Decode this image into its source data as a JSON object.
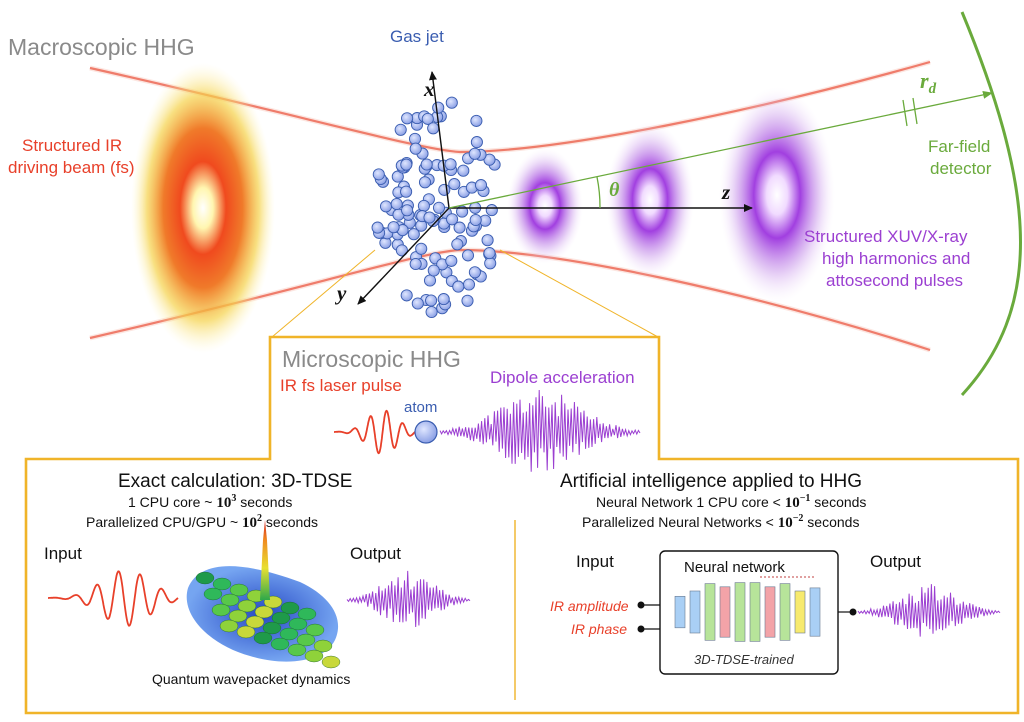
{
  "colors": {
    "ir": "#e8402a",
    "xuv": "#9b3fd1",
    "detector": "#6aaa3c",
    "gas": "#3a5db0",
    "box": "#f0b429",
    "gray": "#8a8a8a",
    "text": "#111111"
  },
  "macro": {
    "title": "Macroscopic HHG",
    "gas_jet": "Gas jet",
    "ir_beam_line1": "Structured IR",
    "ir_beam_line2": "driving beam (fs)",
    "axis_x": "x",
    "axis_y": "y",
    "axis_z": "z",
    "theta": "θ",
    "r_main": "r",
    "r_sub": "d",
    "detector_line1": "Far-field",
    "detector_line2": "detector",
    "xuv_line1": "Structured XUV/X-ray",
    "xuv_line2": "high harmonics and",
    "xuv_line3": "attosecond pulses"
  },
  "micro": {
    "title": "Microscopic HHG",
    "laser_label": "IR fs laser pulse",
    "atom_label": "atom",
    "dipole_label": "Dipole acceleration"
  },
  "exact": {
    "title": "Exact calculation: 3D-TDSE",
    "line1_pre": "1 CPU core ~ ",
    "line1_base": "10",
    "line1_exp": "3",
    "line1_post": " seconds",
    "line2_pre": "Parallelized CPU/GPU ~ ",
    "line2_base": "10",
    "line2_exp": "2",
    "line2_post": " seconds",
    "input": "Input",
    "output": "Output",
    "caption": "Quantum wavepacket dynamics"
  },
  "ai": {
    "title": "Artificial intelligence applied to HHG",
    "line1_pre": "Neural Network 1 CPU core < ",
    "line1_base": "10",
    "line1_exp": "−1",
    "line1_post": " seconds",
    "line2_pre": "Parallelized Neural Networks < ",
    "line2_base": "10",
    "line2_exp": "−2",
    "line2_post": " seconds",
    "input": "Input",
    "output": "Output",
    "nn_title": "Neural network",
    "nn_caption": "3D-TDSE-trained",
    "ir_amplitude": "IR amplitude",
    "ir_phase": "IR phase"
  }
}
